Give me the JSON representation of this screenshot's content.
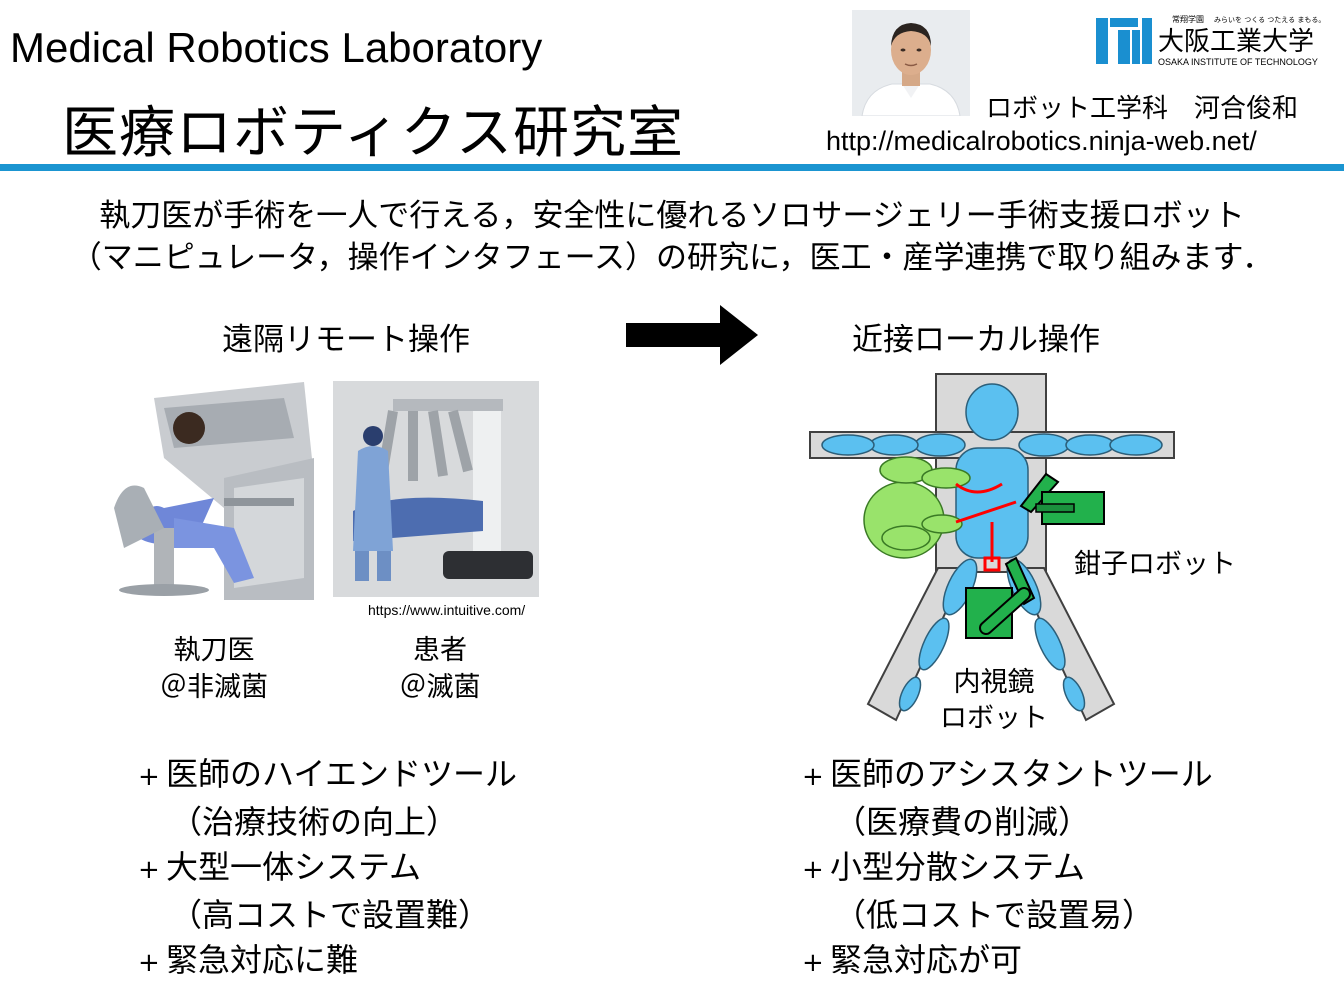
{
  "header": {
    "lab_name_en": "Medical Robotics Laboratory",
    "lab_name_ja": "医療ロボティクス研究室",
    "person": "ロボット工学科　河合俊和",
    "url": "http://medicalrobotics.ninja-web.net/",
    "logo": {
      "mark": "OIT",
      "small_left": "常翔学園",
      "small_right": "みらいを つくる つたえる まもる。",
      "name_ja": "大阪工業大学",
      "name_en": "OSAKA INSTITUTE OF TECHNOLOGY"
    },
    "rule_color": "#1b95d1"
  },
  "intro": {
    "line1": "執刀医が手術を一人で行える，安全性に優れるソロサージェリー手術支援ロボット",
    "line2": "（マニピュレータ，操作インタフェース）の研究に，医工・産学連携で取り組みます．"
  },
  "left": {
    "title": "遠隔リモート操作",
    "surgeon_caption": [
      "執刀医",
      "＠非滅菌"
    ],
    "patient_caption": [
      "患者",
      "＠滅菌"
    ],
    "source": "https://www.intuitive.com/",
    "bullets": [
      {
        "plus": "+",
        "text": "医師のハイエンドツール"
      },
      {
        "plus": "",
        "text": "（治療技術の向上）"
      },
      {
        "plus": "+",
        "text": "大型一体システム"
      },
      {
        "plus": "",
        "text": "（高コストで設置難）"
      },
      {
        "plus": "+",
        "text": "緊急対応に難"
      }
    ]
  },
  "right": {
    "title": "近接ローカル操作",
    "forceps_label": "鉗子ロボット",
    "endoscope_label": [
      "内視鏡",
      "ロボット"
    ],
    "bullets": [
      {
        "plus": "+",
        "text": "医師のアシスタントツール"
      },
      {
        "plus": "",
        "text": "（医療費の削減）"
      },
      {
        "plus": "+",
        "text": "小型分散システム"
      },
      {
        "plus": "",
        "text": "（低コストで設置易）"
      },
      {
        "plus": "+",
        "text": "緊急対応が可"
      }
    ]
  },
  "diagram_colors": {
    "body": "#5bc0f0",
    "surgeon": "#99e36b",
    "robot": "#22b14c",
    "table": "#d9d9d9",
    "instrument": "#ff0000"
  }
}
